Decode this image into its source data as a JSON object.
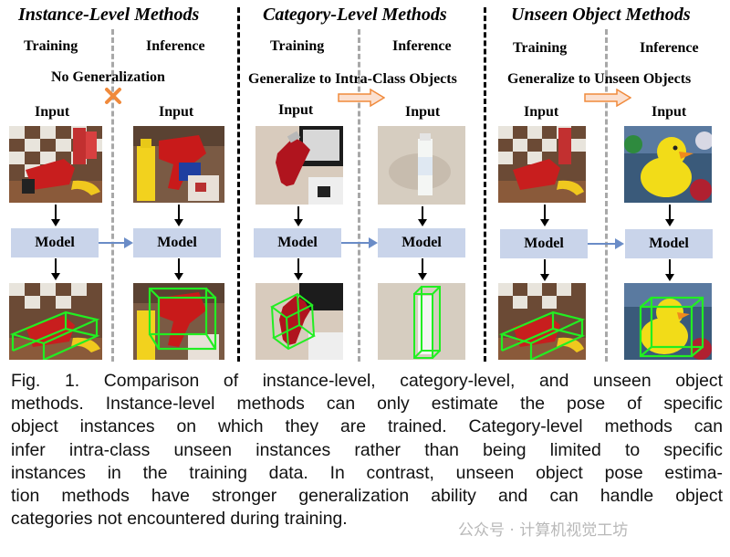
{
  "columns": [
    {
      "title": "Instance-Level Methods",
      "training_label": "Training",
      "inference_label": "Inference",
      "note": "No Generalization",
      "input_label_train": "Input",
      "input_label_infer": "Input",
      "model_train": "Model",
      "model_infer": "Model"
    },
    {
      "title": "Category-Level Methods",
      "training_label": "Training",
      "inference_label": "Inference",
      "note": "Generalize to Intra-Class Objects",
      "input_label_train": "Input",
      "input_label_infer": "Input",
      "model_train": "Model",
      "model_infer": "Model"
    },
    {
      "title": "Unseen Object Methods",
      "training_label": "Training",
      "inference_label": "Inference",
      "note": "Generalize to Unseen Objects",
      "input_label_train": "Input",
      "input_label_infer": "Input",
      "model_train": "Model",
      "model_infer": "Model"
    }
  ],
  "caption_lines": [
    "Fig. 1. Comparison of instance-level, category-level, and unseen object",
    "methods. Instance-level methods can only estimate the pose of specific",
    "object instances on which they are trained. Category-level methods can",
    "infer intra-class unseen instances rather than being limited to specific",
    "instances in the training data. In contrast, unseen object pose estima-",
    "tion methods have stronger generalization ability and can handle object",
    "categories not encountered during training."
  ],
  "watermark": "公众号 · 计算机视觉工坊",
  "colors": {
    "model_box": "#c9d4ea",
    "arrow_blue": "#6a8cc7",
    "no_gen_cross": "#f08a3c",
    "generalize_arrow": "#f5b08a",
    "bbox_green": "#22ee22"
  }
}
